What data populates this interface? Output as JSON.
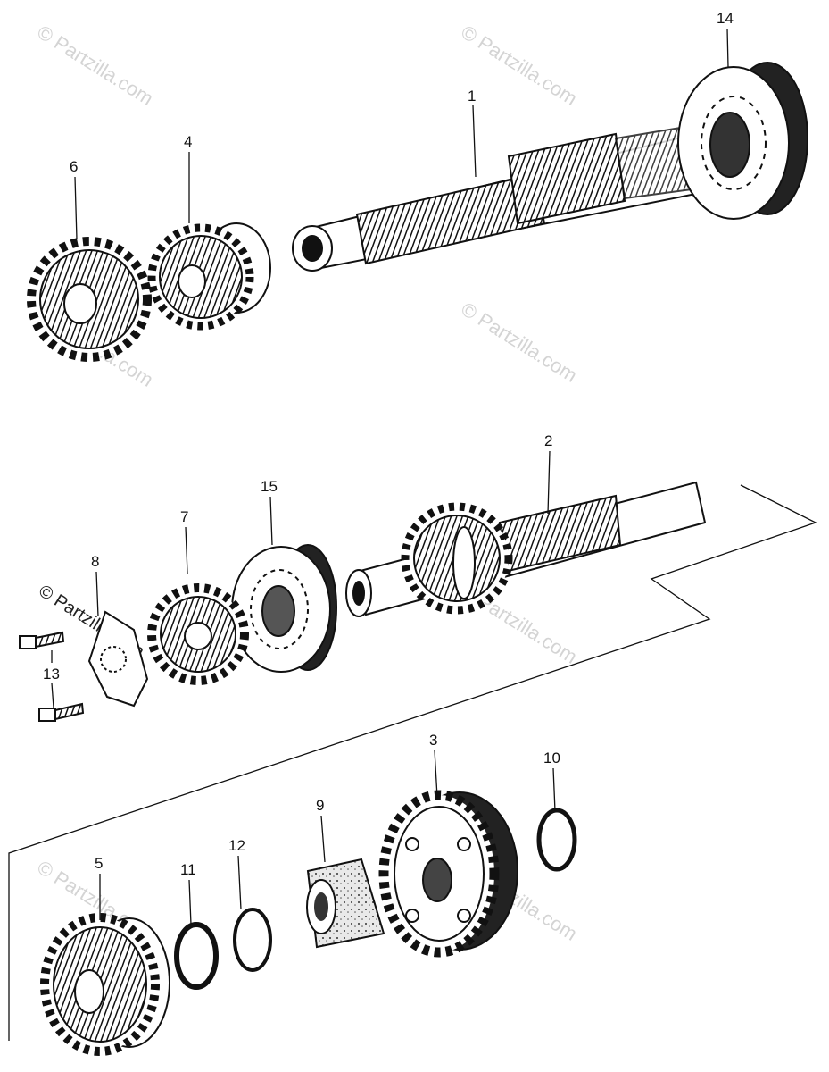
{
  "watermark": {
    "text": "© Partzilla.com",
    "color": "#d4d4d4"
  },
  "callouts": [
    {
      "id": "1",
      "label": "1"
    },
    {
      "id": "2",
      "label": "2"
    },
    {
      "id": "3",
      "label": "3"
    },
    {
      "id": "4",
      "label": "4"
    },
    {
      "id": "5",
      "label": "5"
    },
    {
      "id": "6",
      "label": "6"
    },
    {
      "id": "7",
      "label": "7"
    },
    {
      "id": "8",
      "label": "8"
    },
    {
      "id": "9",
      "label": "9"
    },
    {
      "id": "10",
      "label": "10"
    },
    {
      "id": "11",
      "label": "11"
    },
    {
      "id": "12",
      "label": "12"
    },
    {
      "id": "13",
      "label": "13"
    },
    {
      "id": "14",
      "label": "14"
    },
    {
      "id": "15",
      "label": "15"
    }
  ],
  "colors": {
    "ink": "#111111",
    "paper": "#ffffff"
  }
}
